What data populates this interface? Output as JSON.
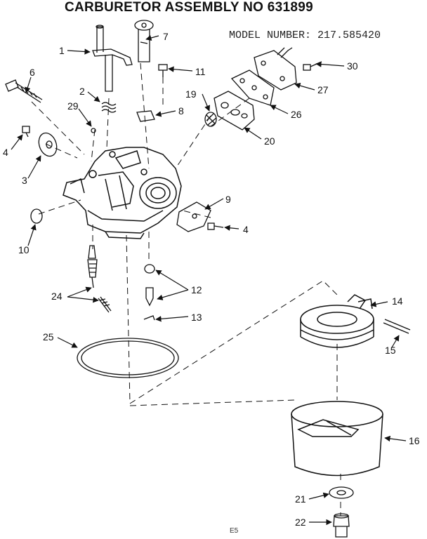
{
  "title": "CARBURETOR ASSEMBLY NO 631899",
  "model": "MODEL NUMBER: 217.585420",
  "footer": "E5",
  "callouts": {
    "c1": "1",
    "c2": "2",
    "c3": "3",
    "c4a": "4",
    "c4b": "4",
    "c6": "6",
    "c7": "7",
    "c8": "8",
    "c9": "9",
    "c10": "10",
    "c11": "11",
    "c12": "12",
    "c13": "13",
    "c14": "14",
    "c15": "15",
    "c16": "16",
    "c19": "19",
    "c20": "20",
    "c21": "21",
    "c22": "22",
    "c24": "24",
    "c25": "25",
    "c26": "26",
    "c27": "27",
    "c29": "29",
    "c30": "30"
  }
}
